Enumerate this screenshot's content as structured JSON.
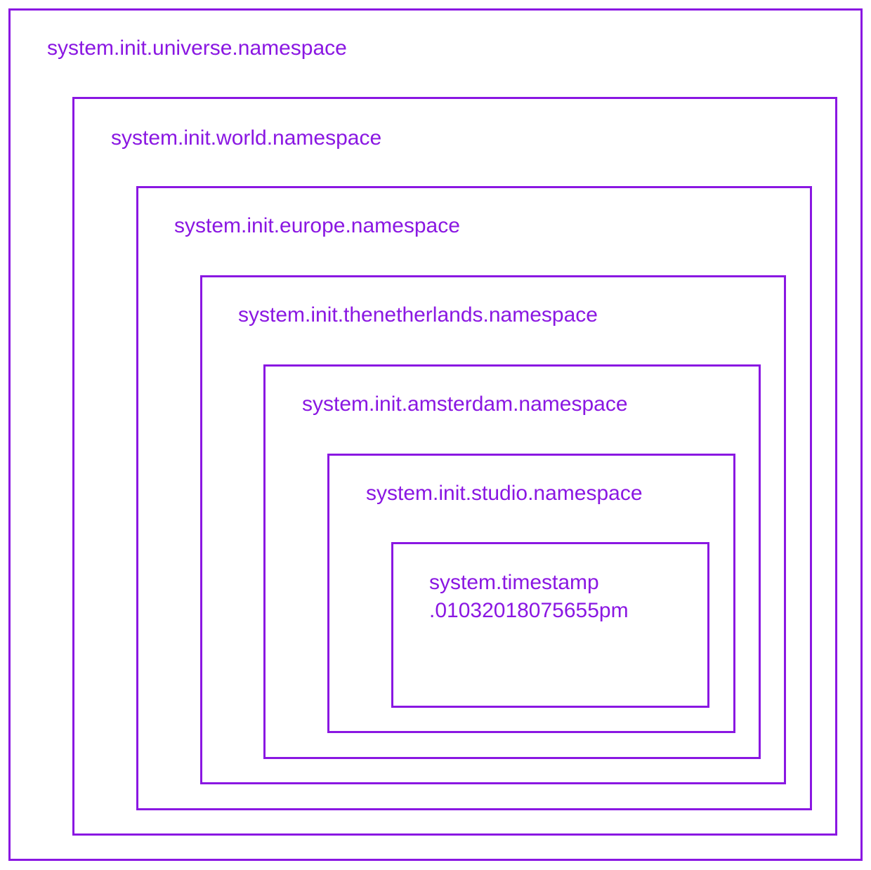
{
  "colors": {
    "accent": "#8a17e2",
    "background": "#ffffff"
  },
  "namespaces": [
    {
      "label": "system.init.universe.namespace"
    },
    {
      "label": "system.init.world.namespace"
    },
    {
      "label": "system.init.europe.namespace"
    },
    {
      "label": "system.init.thenetherlands.namespace"
    },
    {
      "label": "system.init.amsterdam.namespace"
    },
    {
      "label": "system.init.studio.namespace"
    }
  ],
  "timestamp": {
    "line1": "system.timestamp",
    "line2": ".01032018075655pm"
  }
}
